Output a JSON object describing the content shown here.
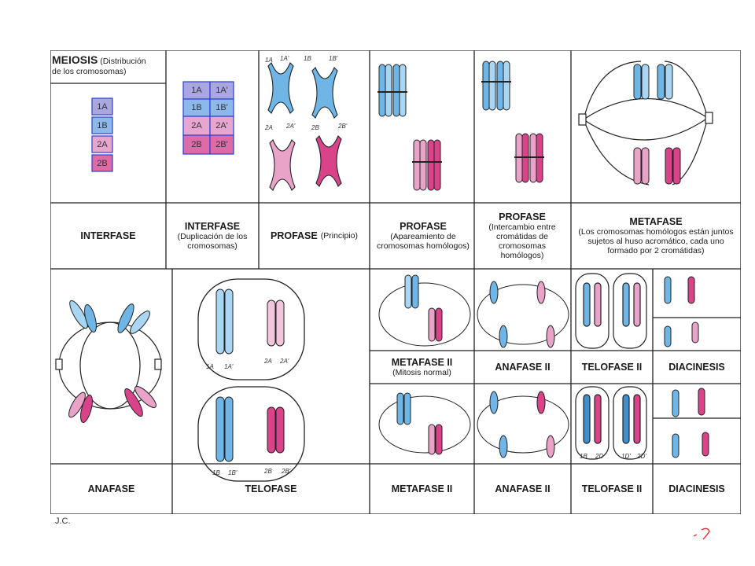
{
  "header": {
    "title": "MEIOSIS",
    "subtitle_1": "(Distribución",
    "subtitle_2": "de los cromosomas)"
  },
  "interfase_boxes": [
    "1A",
    "1B",
    "2A",
    "2B"
  ],
  "duplicated_boxes": [
    "1A",
    "1A'",
    "1B",
    "1B'",
    "2A",
    "2A'",
    "2B",
    "2B'"
  ],
  "labels": {
    "interfase": {
      "title": "INTERFASE",
      "sub": ""
    },
    "interfase_dup": {
      "title": "INTERFASE",
      "sub": "(Duplicación de los cromosomas)"
    },
    "profase_inicio": {
      "title": "PROFASE",
      "sub": "(Principio)"
    },
    "profase_apareamiento": {
      "title": "PROFASE",
      "sub": "(Apareamiento de cromosomas homólogos)"
    },
    "profase_intercambio": {
      "title": "PROFASE",
      "sub": "(Intercambio entre cromátidas de cromosomas homólogos)"
    },
    "metafase": {
      "title": "METAFASE",
      "sub": "(Los cromosomas homólogos están juntos sujetos al huso acromático, cada uno formado por 2 cromátidas)"
    },
    "anafase": {
      "title": "ANAFASE"
    },
    "telofase": {
      "title": "TELOFASE"
    },
    "metafase2_mid": {
      "title": "METAFASE II",
      "sub": "(Mitosis normal)"
    },
    "anafase2_mid": {
      "title": "ANAFASE II"
    },
    "telofase2_mid": {
      "title": "TELOFASE II"
    },
    "diacinesis_mid": {
      "title": "DIACINESIS"
    },
    "metafase2_bot": {
      "title": "METAFASE II"
    },
    "anafase2_bot": {
      "title": "ANAFASE II"
    },
    "telofase2_bot": {
      "title": "TELOFASE II"
    },
    "diacinesis_bot": {
      "title": "DIACINESIS"
    }
  },
  "chrom_labels": {
    "pi_1a": "1A",
    "pi_1a2": "1A'",
    "pi_1b": "1B",
    "pi_1b2": "1B'",
    "pi_2a": "2A",
    "pi_2a2": "2A'",
    "pi_2b": "2B",
    "pi_2b2": "2B'",
    "tel_top_1": "1A",
    "tel_top_2": "1A'",
    "tel_top_3": "2A",
    "tel_top_4": "2A'",
    "tel_bot_1": "1B",
    "tel_bot_2": "1B'",
    "tel_bot_3": "2B",
    "tel_bot_4": "2B'",
    "t2_1": "1B",
    "t2_2": "2D",
    "t2_3": "1D'",
    "t2_4": "2D'"
  },
  "signature": "J.C.",
  "colors": {
    "blue": "#6fb6e6",
    "blue_dark": "#3f8fcf",
    "pink": "#e88cbf",
    "magenta": "#d4307a",
    "outline": "#222222",
    "lavender": "#a9a6e0"
  }
}
